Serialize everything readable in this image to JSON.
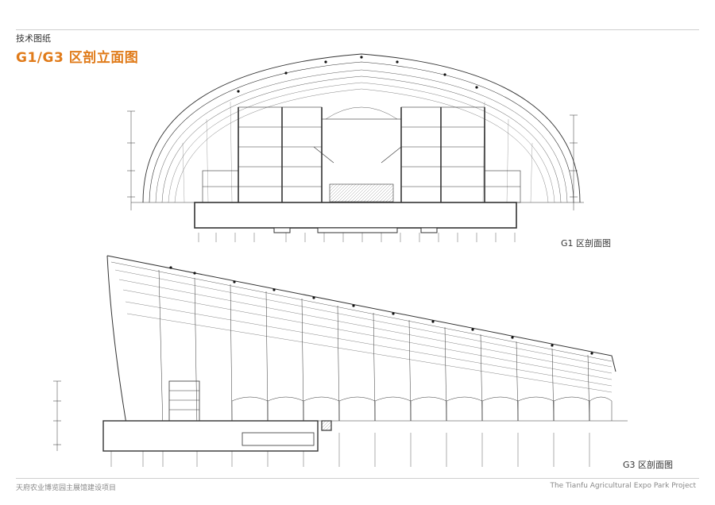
{
  "header": {
    "section_label": "技术图纸",
    "title": "G1/G3 区剖立面图"
  },
  "drawings": {
    "g1_caption": "G1 区剖面图",
    "g3_caption": "G3 区剖面图"
  },
  "footer": {
    "left": "天府农业博览园主展馆建设项目",
    "right": "The Tianfu Agricultural Expo Park Project"
  },
  "colors": {
    "accent": "#e07b1a",
    "line": "#333333",
    "rule": "#cfcfcf"
  }
}
